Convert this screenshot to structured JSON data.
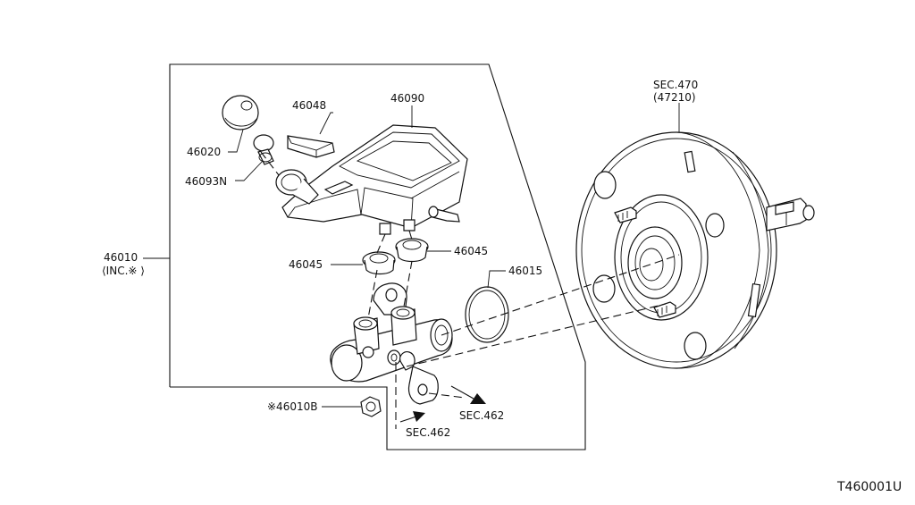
{
  "labels": {
    "p46048": "46048",
    "p46090": "46090",
    "p46020": "46020",
    "p46093n": "46093N",
    "p46045_right": "46045",
    "p46045_left": "46045",
    "p46015": "46015",
    "p46010": "46010",
    "p46010_inc": "⟨INC.※ ⟩",
    "p46010b": "※46010B",
    "sec470": "SEC.470",
    "sec470_sub": "(47210)",
    "sec462_right": "SEC.462",
    "sec462_left": "SEC.462",
    "diagram_id": "T460001U"
  }
}
